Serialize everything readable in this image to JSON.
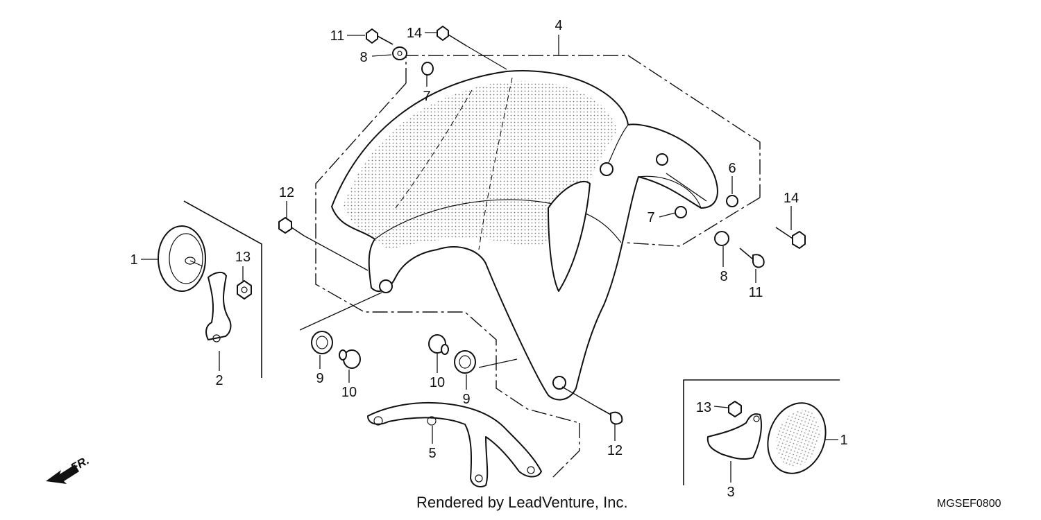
{
  "callouts": {
    "c1_left": "1",
    "c1_right": "1",
    "c2": "2",
    "c3": "3",
    "c4": "4",
    "c5": "5",
    "c6": "6",
    "c7_top": "7",
    "c7_mid": "7",
    "c8_top": "8",
    "c8_right": "8",
    "c9_left": "9",
    "c9_mid": "9",
    "c10_left": "10",
    "c10_mid": "10",
    "c11_top": "11",
    "c11_right": "11",
    "c12_left": "12",
    "c12_bottom": "12",
    "c13_left": "13",
    "c13_right": "13",
    "c14_top": "14",
    "c14_right": "14"
  },
  "direction_label": "FR.",
  "credit": "Rendered by LeadVenture, Inc.",
  "diagram_code": "MGSEF0800",
  "colors": {
    "line": "#111111",
    "background": "#ffffff",
    "dot_pattern": "#555555"
  }
}
